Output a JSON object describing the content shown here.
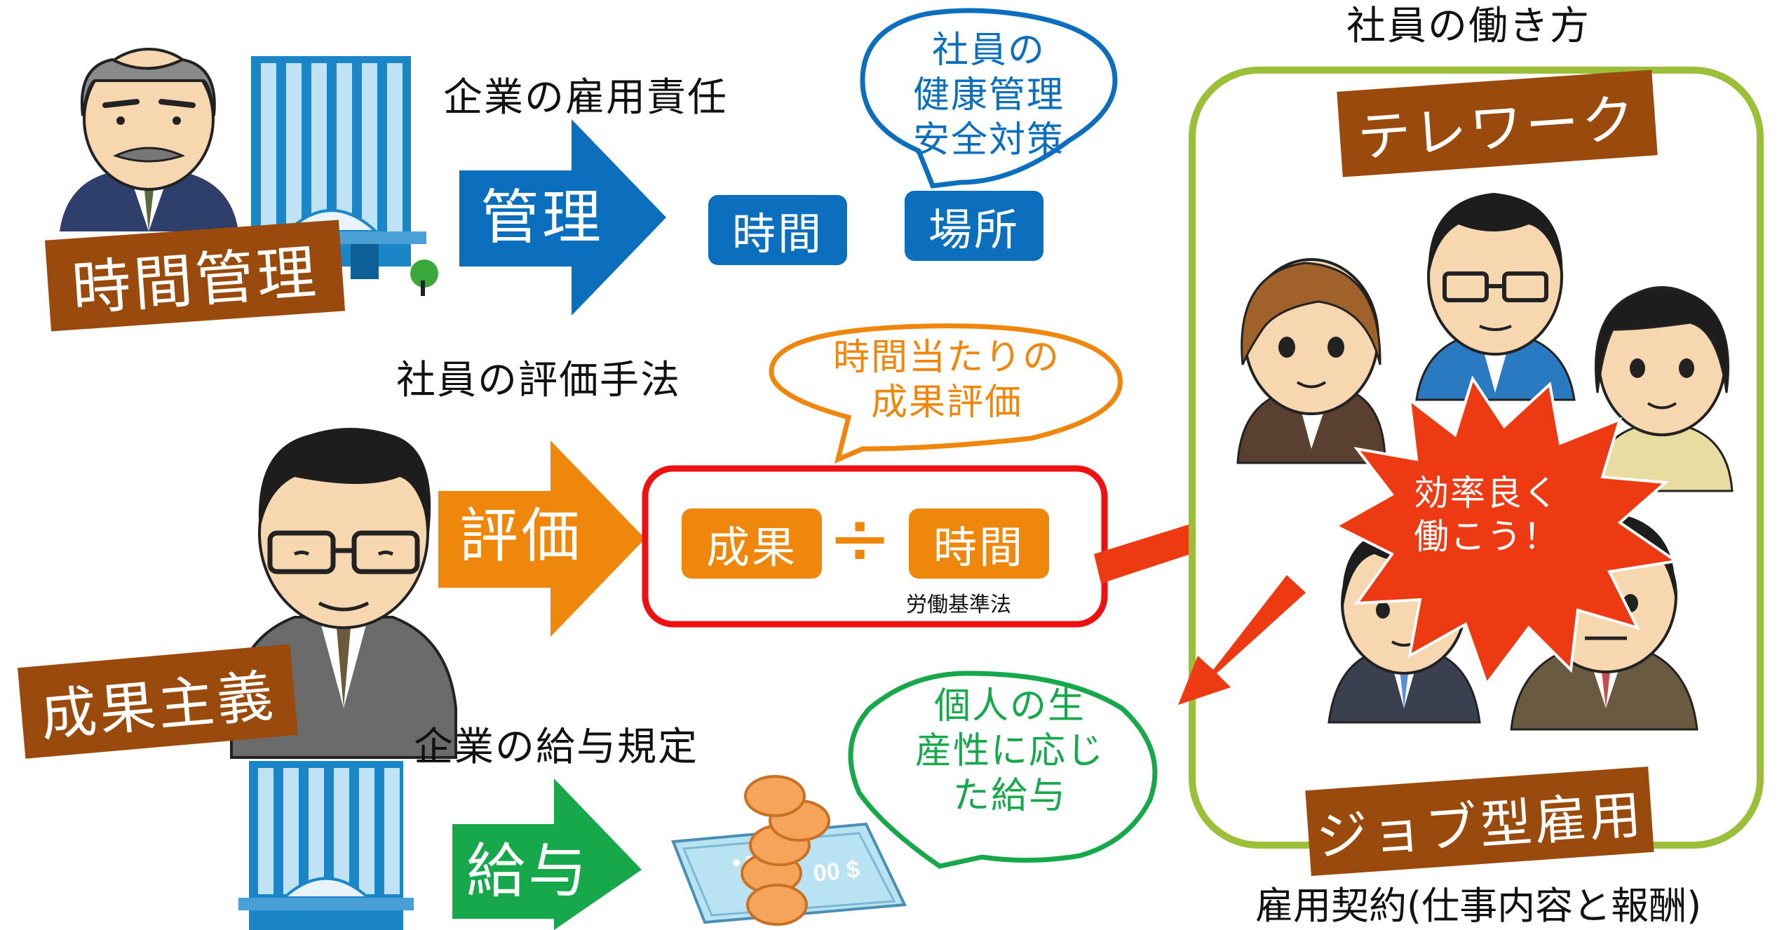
{
  "top": {
    "caption": "企業の雇用責任",
    "arrow_label": "管理",
    "box_time": "時間",
    "box_place": "場所",
    "bubble_lines": [
      "社員の",
      "健康管理",
      "安全対策"
    ],
    "tag": "時間管理"
  },
  "middle": {
    "caption": "社員の評価手法",
    "arrow_label": "評価",
    "box_result": "成果",
    "divide_symbol": "÷",
    "box_time": "時間",
    "law_note": "労働基準法",
    "bubble_lines": [
      "時間当たりの",
      "成果評価"
    ],
    "tag": "成果主義"
  },
  "bottom": {
    "caption": "企業の給与規定",
    "arrow_label": "給与",
    "bill_text": "00 $",
    "bubble_lines": [
      "個人の生",
      "産性に応じ",
      "た給与"
    ]
  },
  "right": {
    "title": "社員の働き方",
    "telework": "テレワーク",
    "job_type": "ジョブ型雇用",
    "burst_lines": [
      "効率良く",
      "働こう！"
    ],
    "contract": "雇用契約(仕事内容と報酬)"
  },
  "colors": {
    "blue": "#0b6fbd",
    "orange": "#ef870d",
    "green": "#16a84a",
    "red": "#ee1111",
    "brown": "#9a4a0c",
    "olive": "#9cbf3a",
    "burst": "#ee3a12"
  }
}
